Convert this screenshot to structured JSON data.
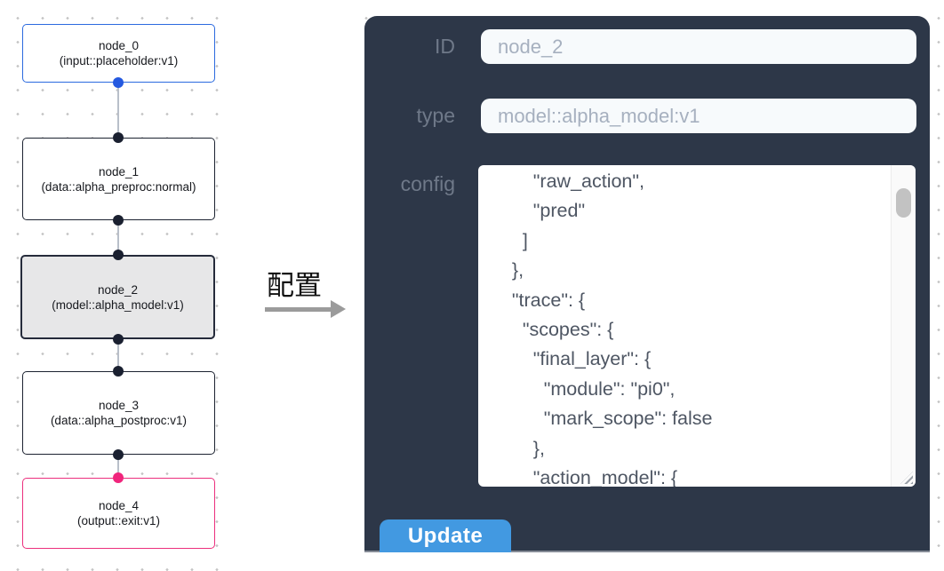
{
  "flow": {
    "nodes": [
      {
        "title": "node_0",
        "subtitle": "(input::placeholder:v1)",
        "kind": "input",
        "selected": false
      },
      {
        "title": "node_1",
        "subtitle": "(data::alpha_preproc:normal)",
        "kind": "data",
        "selected": false
      },
      {
        "title": "node_2",
        "subtitle": "(model::alpha_model:v1)",
        "kind": "model",
        "selected": true
      },
      {
        "title": "node_3",
        "subtitle": "(data::alpha_postproc:v1)",
        "kind": "data",
        "selected": false
      },
      {
        "title": "node_4",
        "subtitle": "(output::exit:v1)",
        "kind": "output",
        "selected": false
      }
    ]
  },
  "transition": {
    "label": "配置"
  },
  "panel": {
    "id_label": "ID",
    "id_value": "node_2",
    "type_label": "type",
    "type_value": "model::alpha_model:v1",
    "config_label": "config",
    "config_value": "        \"raw_action\",\n        \"pred\"\n      ]\n    },\n    \"trace\": {\n      \"scopes\": {\n        \"final_layer\": {\n          \"module\": \"pi0\",\n          \"mark_scope\": false\n        },\n        \"action_model\": {",
    "update_button": "Update"
  },
  "colors": {
    "panel_bg": "#2d3748",
    "input_bg": "#f7fafc",
    "button_blue": "#4299e1",
    "node_input_border": "#2b6adf",
    "node_output_border": "#ec2f7d",
    "node_selected_bg": "#e7e7e8",
    "edge_gray": "#b9bfc9"
  }
}
